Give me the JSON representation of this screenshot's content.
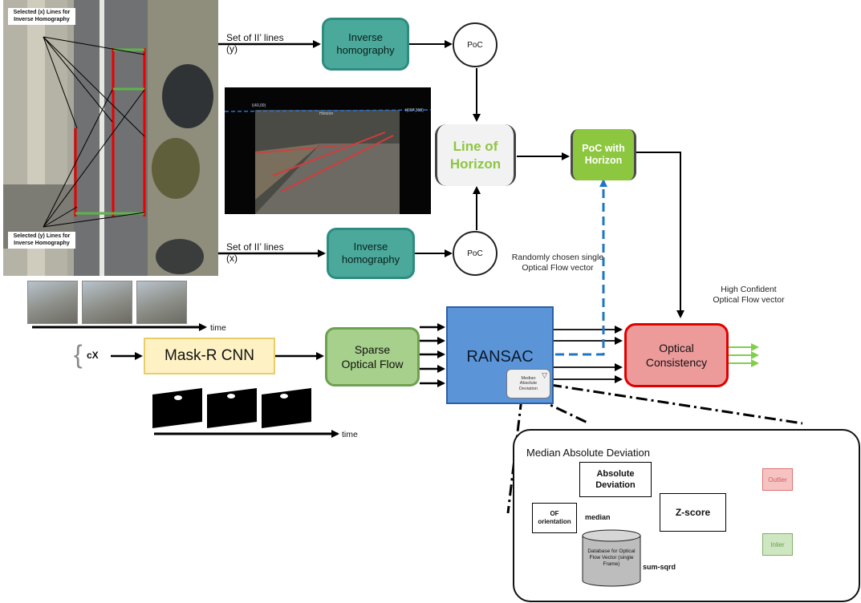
{
  "aerial": {
    "label_top": "Selected (x) Lines for Inverse Homography",
    "label_bottom": "Selected (y) Lines for Inverse Homography"
  },
  "inputs": {
    "set_y": "Set of II’ lines (y)",
    "set_x": "Set of II’ lines (x)"
  },
  "inverse_homography_top": "Inverse homography",
  "inverse_homography_bottom": "Inverse homography",
  "poc_top": "PoC",
  "poc_bottom": "PoC",
  "dashcam": {
    "overlay_left": "I(40,00)",
    "overlay_mid": "Horizon",
    "overlay_right": "I(007,319)"
  },
  "line_of_horizon": "Line of Horizon",
  "poc_with_horizon": "PoC with Horizon",
  "randomly_chosen": "Randomly chosen single Optical Flow vector",
  "high_confident": "High Confident Optical Flow vector",
  "time_top": "time",
  "time_bottom": "time",
  "cx": "cX",
  "mask_rcnn": "Mask-R CNN",
  "sparse_of": "Sparse Optical Flow",
  "ransac": "RANSAC",
  "mad_small": "Median Absolute Deviation",
  "optical_consistency": "Optical Consistency",
  "mad_panel": {
    "title": "Median Absolute Deviation",
    "absolute_deviation": "Absolute Deviation",
    "z_score": "Z-score",
    "of_orientation": "OF orientation",
    "median": "median",
    "database": "Database for Optical Flow Vector (single Frame)",
    "sum_sqrd": "sum-sqrd",
    "outlier": "Outlier",
    "inlier": "Inlier"
  },
  "colors": {
    "teal": "#4aa99a",
    "green_box": "#8dc63f",
    "mask_yellow": "#fef2c4",
    "sparse_green": "#a7d08c",
    "ransac_blue": "#5b95d8",
    "optical_red": "#ec9a9a",
    "horizon_text": "#8dc63f",
    "dashed_blue": "#1f77c4"
  }
}
